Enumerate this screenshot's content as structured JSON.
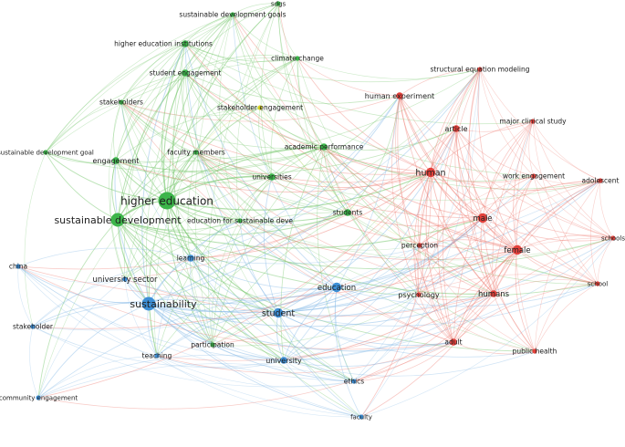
{
  "clusters": {
    "green": {
      "color": "#3cb54a",
      "edge": "#74c66a"
    },
    "blue": {
      "color": "#3d8fd6",
      "edge": "#86b9e6"
    },
    "red": {
      "color": "#e3413b",
      "edge": "#ee7a6f"
    },
    "yellow": {
      "color": "#d8d322",
      "edge": "#e6df60"
    }
  },
  "nodes": [
    {
      "id": "sdgs",
      "label": "sdgs",
      "cluster": "green",
      "weight": 1
    },
    {
      "id": "sdg-goals",
      "label": "sustainable development goals",
      "cluster": "green",
      "weight": 1
    },
    {
      "id": "hei",
      "label": "higher education institutions",
      "cluster": "green",
      "weight": 2
    },
    {
      "id": "climate",
      "label": "climate change",
      "cluster": "green",
      "weight": 1
    },
    {
      "id": "student-engagement",
      "label": "student engagement",
      "cluster": "green",
      "weight": 2
    },
    {
      "id": "stakeholders",
      "label": "stakeholders",
      "cluster": "green",
      "weight": 1
    },
    {
      "id": "stakeholder-engagement",
      "label": "stakeholder engagement",
      "cluster": "yellow",
      "weight": 1
    },
    {
      "id": "sdg-goal",
      "label": "sustainable development goal",
      "cluster": "green",
      "weight": 1
    },
    {
      "id": "engagement",
      "label": "engagement",
      "cluster": "green",
      "weight": 2
    },
    {
      "id": "faculty-members",
      "label": "faculty members",
      "cluster": "green",
      "weight": 1
    },
    {
      "id": "academic-performance",
      "label": "academic performance",
      "cluster": "green",
      "weight": 2
    },
    {
      "id": "universities",
      "label": "universities",
      "cluster": "green",
      "weight": 2
    },
    {
      "id": "higher-education",
      "label": "higher education",
      "cluster": "green",
      "weight": 5
    },
    {
      "id": "sustainable-development",
      "label": "sustainable development",
      "cluster": "green",
      "weight": 4
    },
    {
      "id": "esd",
      "label": "education for sustainable deve",
      "cluster": "green",
      "weight": 1
    },
    {
      "id": "students",
      "label": "students",
      "cluster": "green",
      "weight": 2
    },
    {
      "id": "learning",
      "label": "learning",
      "cluster": "blue",
      "weight": 2
    },
    {
      "id": "china",
      "label": "china",
      "cluster": "blue",
      "weight": 1
    },
    {
      "id": "university-sector",
      "label": "university sector",
      "cluster": "blue",
      "weight": 1
    },
    {
      "id": "sustainability",
      "label": "sustainability",
      "cluster": "blue",
      "weight": 4
    },
    {
      "id": "student",
      "label": "student",
      "cluster": "blue",
      "weight": 3
    },
    {
      "id": "education",
      "label": "education",
      "cluster": "blue",
      "weight": 3
    },
    {
      "id": "stakeholder",
      "label": "stakeholder",
      "cluster": "blue",
      "weight": 1
    },
    {
      "id": "participation",
      "label": "participation",
      "cluster": "green",
      "weight": 1
    },
    {
      "id": "teaching",
      "label": "teaching",
      "cluster": "blue",
      "weight": 1
    },
    {
      "id": "university",
      "label": "university",
      "cluster": "blue",
      "weight": 2
    },
    {
      "id": "ethics",
      "label": "ethics",
      "cluster": "blue",
      "weight": 1
    },
    {
      "id": "community-engagement",
      "label": "community engagement",
      "cluster": "blue",
      "weight": 1
    },
    {
      "id": "faculty",
      "label": "faculty",
      "cluster": "blue",
      "weight": 1
    },
    {
      "id": "sem",
      "label": "structural equation modeling",
      "cluster": "red",
      "weight": 1
    },
    {
      "id": "human-experiment",
      "label": "human experiment",
      "cluster": "red",
      "weight": 2
    },
    {
      "id": "article",
      "label": "article",
      "cluster": "red",
      "weight": 2
    },
    {
      "id": "major-clinical-study",
      "label": "major clinical study",
      "cluster": "red",
      "weight": 1
    },
    {
      "id": "human",
      "label": "human",
      "cluster": "red",
      "weight": 3
    },
    {
      "id": "work-engagement",
      "label": "work engagement",
      "cluster": "red",
      "weight": 1
    },
    {
      "id": "adolescent",
      "label": "adolescent",
      "cluster": "red",
      "weight": 1
    },
    {
      "id": "male",
      "label": "male",
      "cluster": "red",
      "weight": 3
    },
    {
      "id": "schools",
      "label": "schools",
      "cluster": "red",
      "weight": 1
    },
    {
      "id": "female",
      "label": "female",
      "cluster": "red",
      "weight": 3
    },
    {
      "id": "perception",
      "label": "perception",
      "cluster": "red",
      "weight": 1
    },
    {
      "id": "school",
      "label": "school",
      "cluster": "red",
      "weight": 1
    },
    {
      "id": "psychology",
      "label": "psychology",
      "cluster": "red",
      "weight": 1
    },
    {
      "id": "humans",
      "label": "humans",
      "cluster": "red",
      "weight": 2
    },
    {
      "id": "adult",
      "label": "adult",
      "cluster": "red",
      "weight": 2
    },
    {
      "id": "public-health",
      "label": "public health",
      "cluster": "red",
      "weight": 1
    }
  ]
}
